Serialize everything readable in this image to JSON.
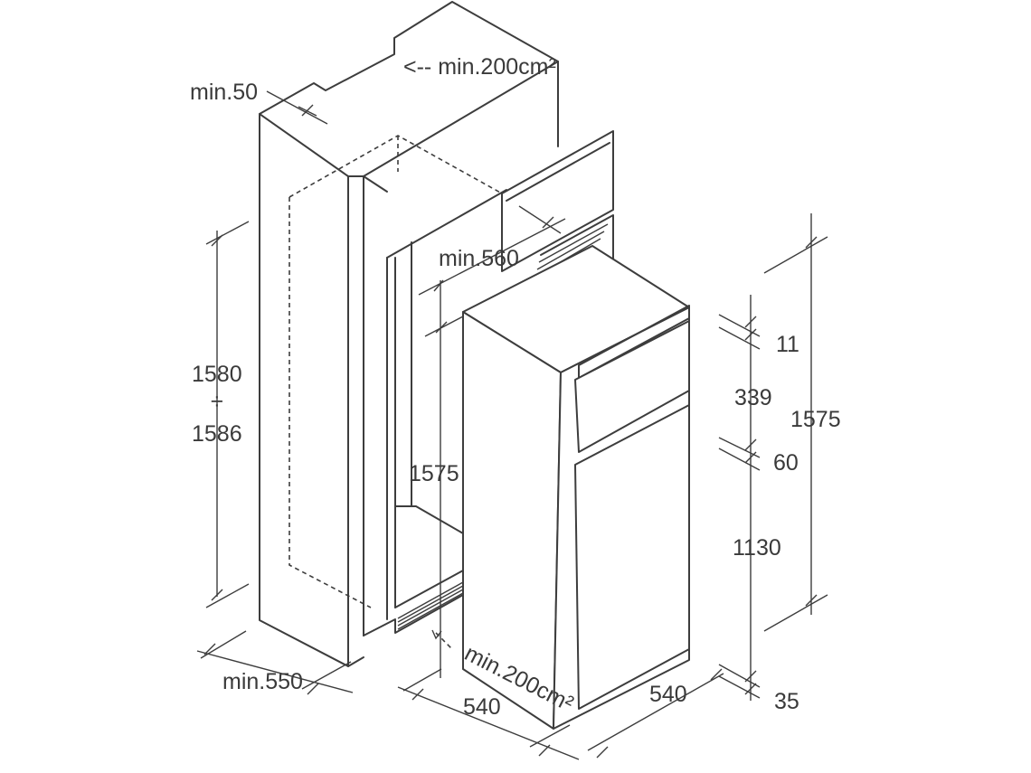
{
  "labels": {
    "vent_top": "<-- min.200cm²",
    "gap_top": "min.50",
    "niche_height_1": "1580",
    "niche_height_sep": "÷",
    "niche_height_2": "1586",
    "niche_width": "min.560",
    "inner_height": "1575",
    "niche_depth": "min.550",
    "vent_bottom": "min.200cm²",
    "appliance_width": "540",
    "appliance_depth": "540",
    "dim_11": "11",
    "dim_339": "339",
    "dim_60": "60",
    "dim_1130": "1130",
    "dim_35": "35",
    "total_height": "1575"
  },
  "colors": {
    "line": "#3d3d3d",
    "text": "#3a3a3a",
    "background": "#ffffff"
  }
}
